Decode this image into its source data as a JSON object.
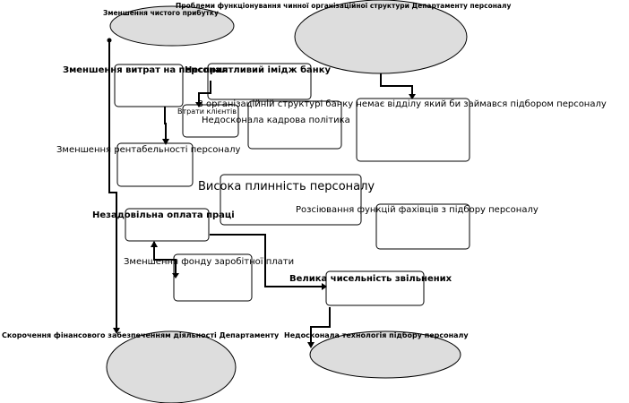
{
  "diagram": {
    "title": "Проблеми функціонування чинної організаційної структури Департаменту персоналу",
    "nodes": {
      "reduced_profit": "Зменшення чистого прибутку",
      "reduced_costs": "Зменшення витрат на персонал",
      "bad_image": "Несприятливий імідж банку",
      "no_department": "В організаційній структурі банку немає відділу який би займався підбором персоналу",
      "client_loss": "Втрати клієнтів",
      "imperfect_policy": "Недосконала кадрова політика",
      "reduced_profitability": "Зменшення рентабельності персоналу",
      "high_turnover": "Висока плинність персоналу",
      "low_pay": "Незадовільна оплата праці",
      "scattered_functions": "Розсіювання функцій фахівців з підбору персоналу",
      "reduced_wage_fund": "Зменшення фонду заробітної плати",
      "many_dismissals": "Велика чисельність звільнених",
      "reduced_funding": "Скорочення фінансового забезпеченням діяльності Департаменту",
      "imperfect_technology": "Недосконала технологія підбору персоналу"
    }
  },
  "colors": {
    "ellipse_fill": "#dddddd",
    "stroke": "#000000",
    "box_fill": "#ffffff"
  }
}
